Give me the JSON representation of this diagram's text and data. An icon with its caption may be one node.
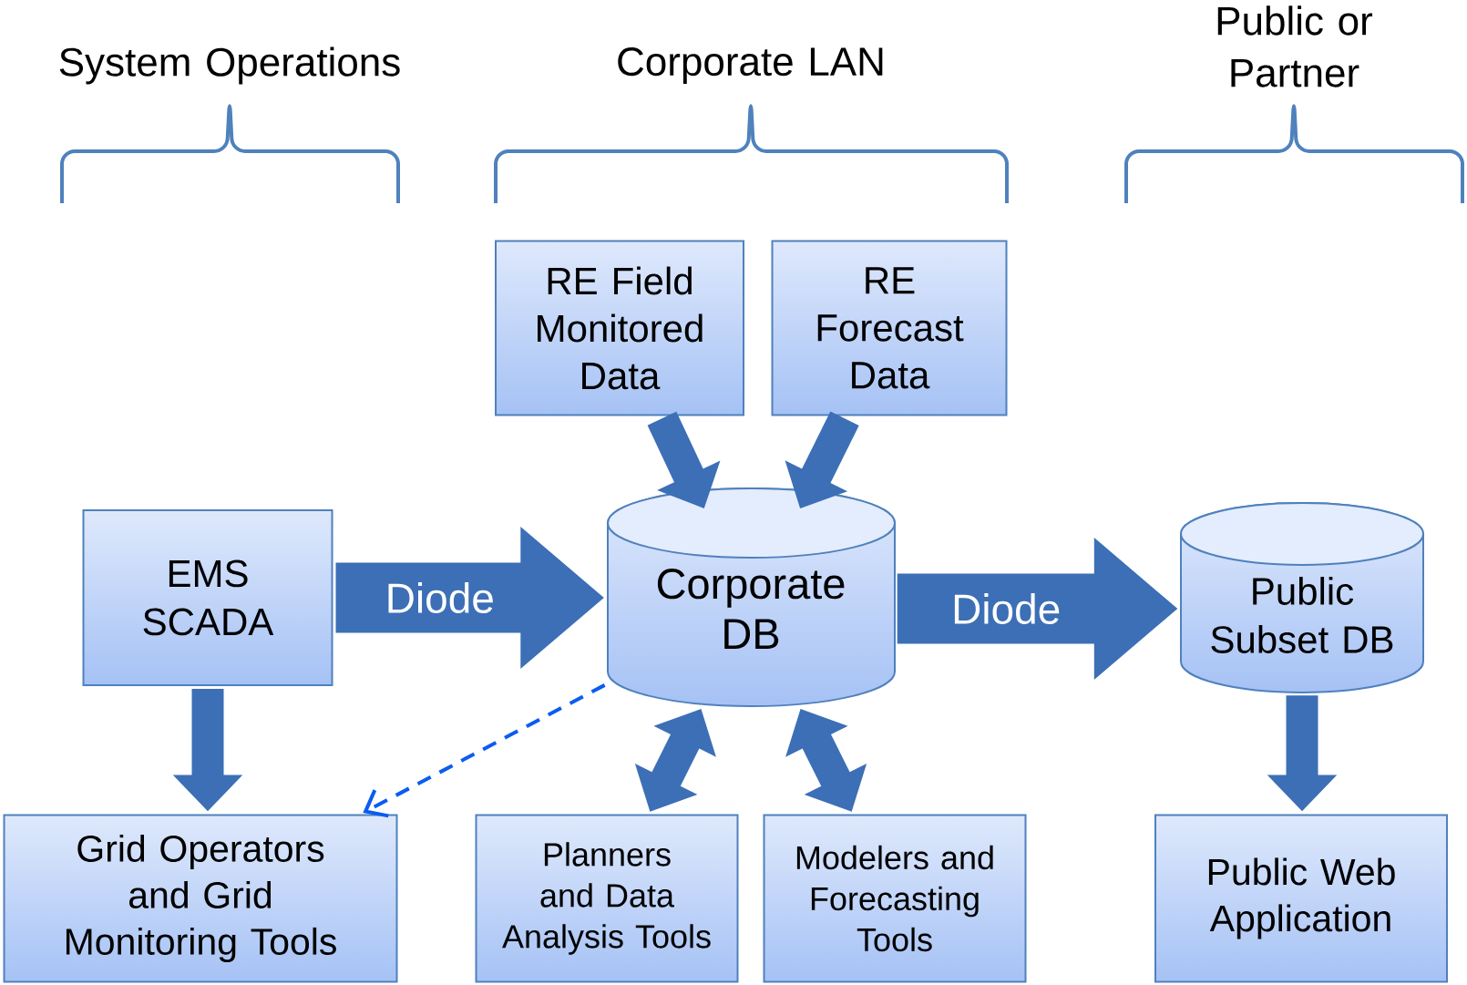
{
  "diagram": {
    "nodes": [
      {
        "text": [
          "EMS SCADA"
        ]
      },
      {
        "text": [
          "RE Field Monitored Data"
        ]
      },
      {
        "text": [
          "RE Forecast Data"
        ]
      },
      {
        "text": [
          "Corporate DB"
        ]
      },
      {
        "text": [
          "Public Subset DB"
        ]
      },
      {
        "text": [
          "Grid Operators and Grid Monitoring Tools"
        ]
      },
      {
        "text": [
          "Planners and Data Analysis Tools"
        ]
      },
      {
        "text": [
          "Modelers and Forecasting Tools"
        ]
      },
      {
        "text": [
          "Public Web Application"
        ]
      }
    ],
    "edges": [
      {
        "from": 1,
        "to": 3,
        "arrow": "to"
      },
      {
        "from": 2,
        "to": 3,
        "arrow": "to"
      },
      {
        "from": 0,
        "to": 3,
        "arrow": "to",
        "label": "Diode",
        "style": "thick"
      },
      {
        "from": 3,
        "to": 4,
        "arrow": "to",
        "label": "Diode",
        "style": "thick"
      },
      {
        "from": 0,
        "to": 5,
        "arrow": "to"
      },
      {
        "from": 3,
        "to": 6,
        "arrow": "both"
      },
      {
        "from": 3,
        "to": 7,
        "arrow": "both"
      },
      {
        "from": 4,
        "to": 8,
        "arrow": "to"
      },
      {
        "from": 3,
        "to": 5,
        "arrow": "to",
        "style": "dashed",
        "color": "#0b5cf0"
      }
    ],
    "labels": [
      "System Operations",
      "Corporate LAN",
      "Public or Partner"
    ]
  }
}
